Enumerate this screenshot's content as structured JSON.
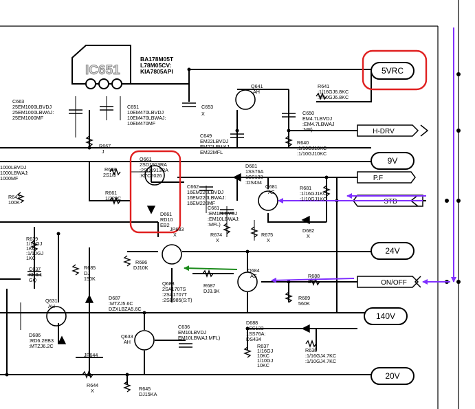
{
  "regulator": {
    "id": "IC651",
    "parts": [
      "BA178M05T",
      "L78M05CV:",
      "KIA7805API"
    ]
  },
  "ports": {
    "p5vrc": "5VRC",
    "hdrv": "H-DRV",
    "p9v": "9V",
    "pf": "P.F",
    "stb": "STB",
    "p24v": "24V",
    "onoff": "ON/OFF",
    "p140v": "140V",
    "p20v": "20V"
  },
  "labels": {
    "c663": [
      "C663",
      "25EM1000LBVDJ",
      "25EM1000LBWAJ:",
      "25EM1000MF"
    ],
    "c651": [
      "C651",
      "10EM470LBVDJ",
      "10EM470LBWAJ:",
      "10EM470MF"
    ],
    "c653": [
      "C653",
      "X"
    ],
    "q641": [
      "Q641",
      "AH"
    ],
    "r641": [
      "R641",
      ":1/16GJ6.8KC",
      ":1/10GJ6.8KC"
    ],
    "c650": [
      "C650",
      "EM4.7LBVDJ",
      ":EM4.7LBWAJ",
      ":MF)"
    ],
    "c649": [
      "C649",
      "EM22LBVDJ",
      "EM22LBWAJ:",
      "EM22MFL"
    ],
    "r640": [
      "R640",
      ":1/16GJ10KC",
      ":1/10GJ10KC"
    ],
    "r667": [
      "R667",
      "J"
    ],
    "q661": [
      "Q661",
      "2SD1913RA",
      ":2SD1913RA",
      ":KTC2026"
    ],
    "d681": [
      "D681",
      "1SS76A",
      "1SS133",
      ":DS434"
    ],
    "r668": [
      "R668",
      "2S1/9"
    ],
    "r661": [
      "R661",
      "1/220C"
    ],
    "c662": [
      "C662",
      "16EM220LBVDJ",
      "16EM220LBWAJ:",
      "16EM220MF"
    ],
    "q681": [
      "Q681",
      "AE"
    ],
    "r681": [
      "R681",
      ":1/16GJ1KC",
      ":1/10GJ1KC"
    ],
    "c661": [
      "C661",
      ":EM10LBVDJ",
      ":EM10LBWAJ:",
      ":MFL)"
    ],
    "d661": [
      "D661",
      "RD10",
      "EB2"
    ],
    "r642": [
      "R642",
      "100K"
    ],
    "c644": [
      "1000LBVDJ",
      "1000LBWAJ:",
      "1000MF"
    ],
    "r674": [
      "R674",
      "X"
    ],
    "r675": [
      "R675",
      "X"
    ],
    "d682": [
      "D682",
      "X"
    ],
    "jp683": [
      "JP683",
      "X"
    ],
    "r639": [
      "R639",
      "1/16GJ",
      "1KC",
      ":1/10GJ",
      "1KC"
    ],
    "c637": [
      "C637",
      "KK0.1",
      "GQ"
    ],
    "r685": [
      "R685",
      "DJ",
      "150K"
    ],
    "r686": [
      "R686",
      "DJ10K"
    ],
    "q683": [
      "Q683",
      "2SA1707S",
      ":2SA1707T",
      ":2SB985(S:T)"
    ],
    "r687": [
      "R687",
      "DJ3.9K"
    ],
    "q684": [
      "Q684",
      "AE"
    ],
    "r688": [
      "R688",
      "DJ"
    ],
    "r689": [
      "R689",
      "560K"
    ],
    "d687": [
      "D687",
      ":MTZJ5.6C",
      "DZXLBZA5.6C"
    ],
    "q631": [
      "Q631",
      "AH"
    ],
    "d686": [
      "D686",
      ":RD6.2EB3",
      ":MTZJ6.2C"
    ],
    "q633": [
      "Q633",
      "AH"
    ],
    "c636": [
      "C636",
      "EM10LBVDJ",
      "EM10LBWAJ:MFL)"
    ],
    "d688": [
      "D688",
      "1SS133",
      "1SS76A:",
      "DS434"
    ],
    "r637": [
      "R637",
      "1/16GJ",
      "10KC",
      "1/10GJ",
      "10KC"
    ],
    "r638": [
      "R638",
      ":1/16GJ4.7KC",
      ":1/10GJ4.7KC"
    ],
    "jp644": [
      "JP644"
    ],
    "r644": [
      "R644",
      "X"
    ],
    "r645": [
      "R645",
      "DJ15KA"
    ]
  },
  "colors": {
    "highlight": "#e02020",
    "signal_arrow": "#7f2fff",
    "green_arrow": "#1a8a1a",
    "wire": "#000000"
  }
}
